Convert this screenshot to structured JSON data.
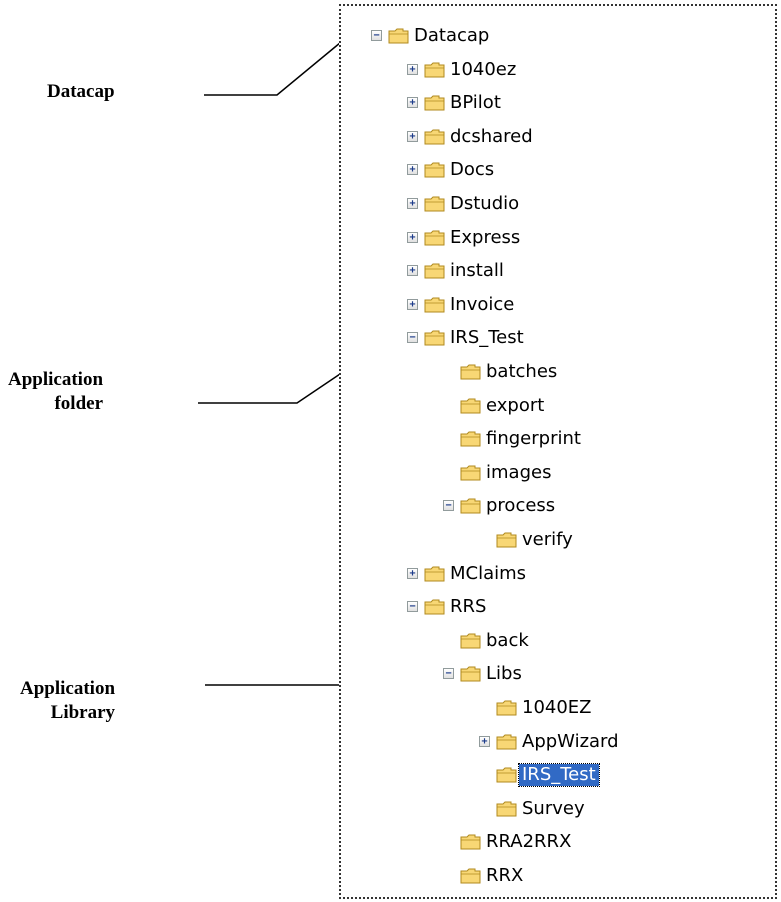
{
  "callouts": {
    "datacap": "Datacap",
    "application_folder_line1": "Application",
    "application_folder_line2": "folder",
    "application_library_line1": "Application",
    "application_library_line2": "Library"
  },
  "tree": {
    "items": [
      {
        "label": "Datacap",
        "expander": "minus",
        "depth": 0
      },
      {
        "label": "1040ez",
        "expander": "plus",
        "depth": 1
      },
      {
        "label": "BPilot",
        "expander": "plus",
        "depth": 1
      },
      {
        "label": "dcshared",
        "expander": "plus",
        "depth": 1
      },
      {
        "label": "Docs",
        "expander": "plus",
        "depth": 1
      },
      {
        "label": "Dstudio",
        "expander": "plus",
        "depth": 1
      },
      {
        "label": "Express",
        "expander": "plus",
        "depth": 1
      },
      {
        "label": "install",
        "expander": "plus",
        "depth": 1
      },
      {
        "label": "Invoice",
        "expander": "plus",
        "depth": 1
      },
      {
        "label": "IRS_Test",
        "expander": "minus",
        "depth": 1
      },
      {
        "label": "batches",
        "expander": "none",
        "depth": 2
      },
      {
        "label": "export",
        "expander": "none",
        "depth": 2
      },
      {
        "label": "fingerprint",
        "expander": "none",
        "depth": 2
      },
      {
        "label": "images",
        "expander": "none",
        "depth": 2
      },
      {
        "label": "process",
        "expander": "minus",
        "depth": 2
      },
      {
        "label": "verify",
        "expander": "none",
        "depth": 3
      },
      {
        "label": "MClaims",
        "expander": "plus",
        "depth": 1
      },
      {
        "label": "RRS",
        "expander": "minus",
        "depth": 1
      },
      {
        "label": "back",
        "expander": "none",
        "depth": 2
      },
      {
        "label": "Libs",
        "expander": "minus",
        "depth": 2
      },
      {
        "label": "1040EZ",
        "expander": "none",
        "depth": 3
      },
      {
        "label": "AppWizard",
        "expander": "plus",
        "depth": 3
      },
      {
        "label": "IRS_Test",
        "expander": "none",
        "depth": 3,
        "selected": true
      },
      {
        "label": "Survey",
        "expander": "none",
        "depth": 3
      },
      {
        "label": "RRA2RRX",
        "expander": "none",
        "depth": 2
      },
      {
        "label": "RRX",
        "expander": "none",
        "depth": 2
      }
    ]
  },
  "colors": {
    "selection": "#316ac5",
    "folder_fill": "#f8d775",
    "folder_stroke": "#b08a1e",
    "expander_border": "#919b9c"
  }
}
